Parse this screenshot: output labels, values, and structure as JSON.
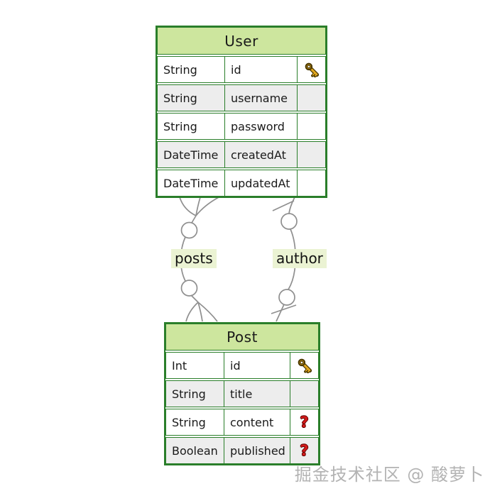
{
  "diagram": {
    "entities": [
      {
        "name": "User",
        "fields": [
          {
            "type": "String",
            "name": "id",
            "attr": "key"
          },
          {
            "type": "String",
            "name": "username",
            "attr": ""
          },
          {
            "type": "String",
            "name": "password",
            "attr": ""
          },
          {
            "type": "DateTime",
            "name": "createdAt",
            "attr": ""
          },
          {
            "type": "DateTime",
            "name": "updatedAt",
            "attr": ""
          }
        ]
      },
      {
        "name": "Post",
        "fields": [
          {
            "type": "Int",
            "name": "id",
            "attr": "key"
          },
          {
            "type": "String",
            "name": "title",
            "attr": ""
          },
          {
            "type": "String",
            "name": "content",
            "attr": "optional"
          },
          {
            "type": "Boolean",
            "name": "published",
            "attr": "optional"
          }
        ]
      }
    ],
    "relations": [
      {
        "label": "posts",
        "from": "User",
        "to": "Post",
        "end_markers": "crow-foot-with-circle-both-ends"
      },
      {
        "label": "author",
        "from": "Post",
        "to": "User",
        "end_markers": "one-bar-with-circle-both-ends"
      }
    ],
    "icons": {
      "key": "key-icon",
      "optional": "question-mark-icon",
      "optional_glyph": "?"
    },
    "colors": {
      "table_border_green": "#2a7e2a",
      "header_green": "#cde69e",
      "row_alt_gray": "#ededed",
      "label_bg_green": "#ebf3d3",
      "relation_line_gray": "#8f8f8f",
      "key_gold": "#e3a81f",
      "question_red": "#d11a1a"
    }
  },
  "watermark": {
    "text": "掘金技术社区 @ 酸萝卜"
  }
}
